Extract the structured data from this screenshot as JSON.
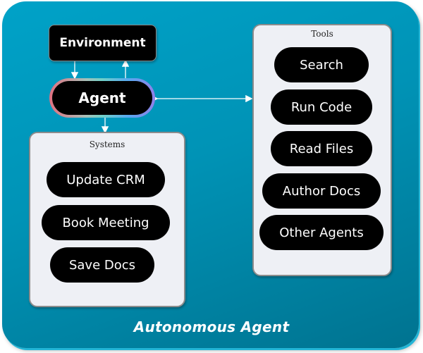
{
  "diagram": {
    "title": "Autonomous Agent",
    "environment_label": "Environment",
    "agent_label": "Agent",
    "systems": {
      "label": "Systems",
      "items": [
        "Update CRM",
        "Book Meeting",
        "Save Docs"
      ]
    },
    "tools": {
      "label": "Tools",
      "items": [
        "Search",
        "Run Code",
        "Read Files",
        "Author Docs",
        "Other Agents"
      ]
    },
    "colors": {
      "background": "#0093b6",
      "node": "#000000",
      "panel": "#eef0f5",
      "arrow": "#ffffff"
    }
  }
}
